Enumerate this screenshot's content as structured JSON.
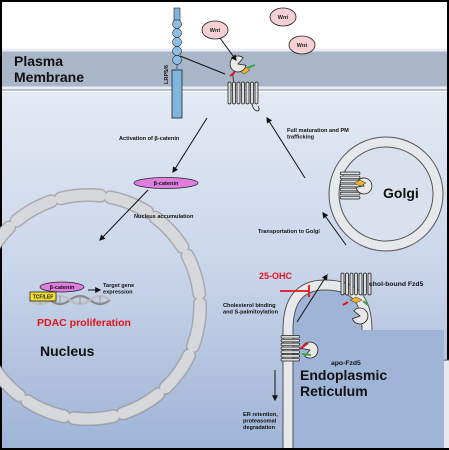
{
  "compartments": {
    "plasma_membrane": "Plasma\nMembrane",
    "nucleus": "Nucleus",
    "golgi": "Golgi",
    "er": "Endoplasmic\nReticulum"
  },
  "molecules": {
    "wnt": "Wnt",
    "lrp": "LRP5/6",
    "beta_catenin": "β-catenin",
    "tcf_lef": "TCF/LEF",
    "chol_bound": "chol-bound Fzd5",
    "apo": "apo-Fzd5",
    "inhibitor": "25-OHC"
  },
  "annotations": {
    "activation": "Activation of β-catenin",
    "nucleus_accum": "Nucleus accumulation",
    "target_gene": "Target gene\nexpression",
    "pdac": "PDAC proliferation",
    "maturation": "Full maturation and PM\ntrafficking",
    "transport": "Transportation to Golgi",
    "chol_binding": "Cholesterol binding\nand S-palmitoylation",
    "er_retention": "ER retention,\nproteasomal\ndegradation"
  },
  "colors": {
    "membrane": "#a8b8cc",
    "cytoplasm_top": "#dfe6f2",
    "cytoplasm_bottom": "#9eb3d4",
    "wnt_fill": "#f5d0d4",
    "beta_catenin": "#e07ee0",
    "tcf_lef": "#f3de32",
    "lrp_blue": "#7fb6e0",
    "inhibition": "#e3141b",
    "pdac_text": "#e3141b"
  },
  "icons": [
    "wnt-ligand-icon",
    "lrp-receptor-icon",
    "fzd5-receptor-icon",
    "cholesterol-icon",
    "dna-helix-icon",
    "inhibition-icon"
  ]
}
